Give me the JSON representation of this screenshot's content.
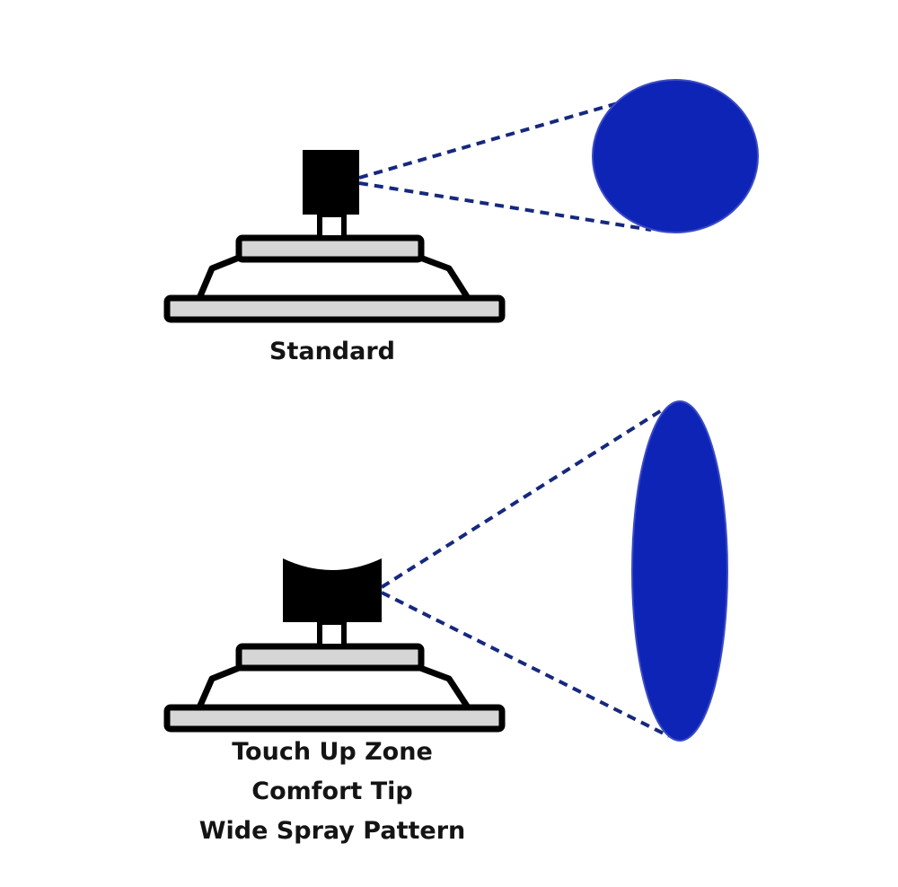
{
  "diagram": {
    "standard": {
      "caption": "Standard",
      "spray_pattern": "round"
    },
    "comfort": {
      "caption_lines": [
        "Touch Up Zone",
        "Comfort Tip",
        "Wide Spray Pattern"
      ],
      "spray_pattern": "wide-oval"
    },
    "colors": {
      "spray": "#0e24b7",
      "spray_outline": "#3a4bc4",
      "dashed_line": "#16287e",
      "base_fill": "#d6d6d6",
      "outline": "#000000"
    }
  }
}
